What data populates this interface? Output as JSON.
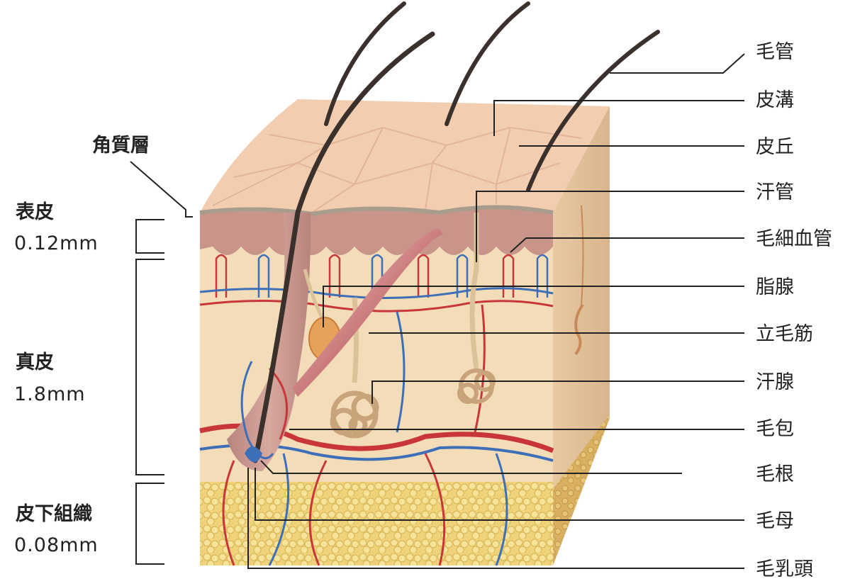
{
  "labels": {
    "left": {
      "stratum_corneum": "角質層",
      "epidermis": "表皮",
      "epidermis_thickness": "0.12mm",
      "dermis": "真皮",
      "dermis_thickness": "1.8mm",
      "subcutis": "皮下組織",
      "subcutis_thickness": "0.08mm"
    },
    "right": [
      "毛管",
      "皮溝",
      "皮丘",
      "汗管",
      "毛細血管",
      "脂腺",
      "立毛筋",
      "汗腺",
      "毛包",
      "毛根",
      "毛母",
      "毛乳頭"
    ]
  },
  "colors": {
    "skin_surface": "#f2cdb0",
    "epidermis": "#c9958a",
    "dermis": "#f3ddb8",
    "fat": "#f1d77c",
    "artery": "#c8363a",
    "vein": "#3d6fb8",
    "hair": "#3a302c",
    "gland": "#e8a15a"
  }
}
